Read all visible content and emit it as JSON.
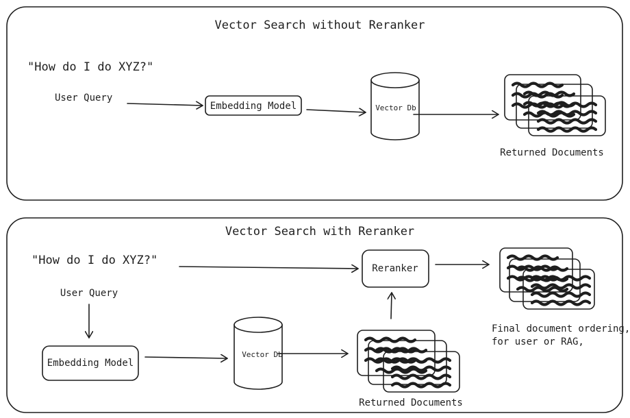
{
  "top_panel": {
    "title": "Vector Search without Reranker",
    "query_text": "\"How do I do XYZ?\"",
    "user_query_label": "User Query",
    "embedding_model_label": "Embedding Model",
    "vector_db_label": "Vector Db",
    "returned_documents_label": "Returned Documents"
  },
  "bottom_panel": {
    "title": "Vector Search with Reranker",
    "query_text": "\"How do I do XYZ?\"",
    "user_query_label": "User Query",
    "embedding_model_label": "Embedding Model",
    "vector_db_label": "Vector Db",
    "returned_documents_label": "Returned Documents",
    "reranker_label": "Reranker",
    "final_ordering_line1": "Final document ordering,",
    "final_ordering_line2": "for user or RAG,"
  },
  "colors": {
    "doc_cyan": "#a5e9fd",
    "doc_gray": "#d7dcef",
    "doc_yellow": "#ffef14",
    "stroke": "#1e1e1e"
  }
}
